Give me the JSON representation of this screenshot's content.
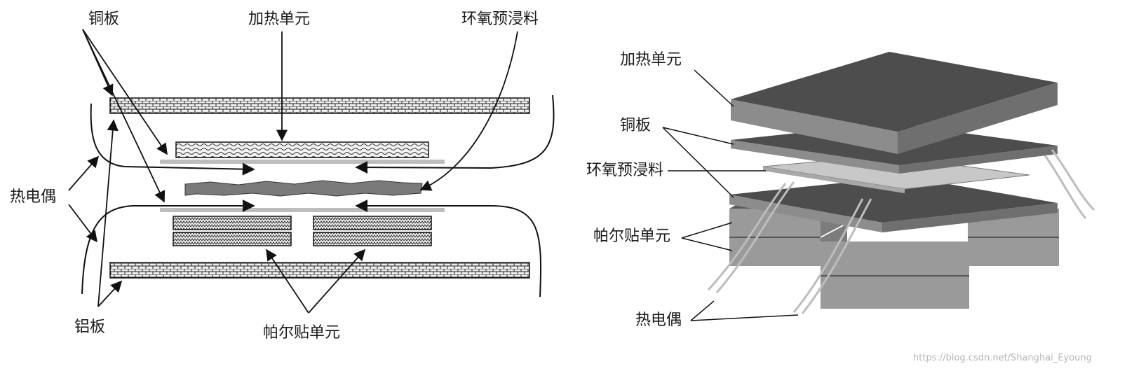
{
  "left_labels": {
    "copper_plate": "铜板",
    "heating_unit": "加热单元",
    "epoxy_prepreg": "环氧预浸料",
    "thermocouple": "热电偶",
    "aluminum_plate": "铝板",
    "peltier_unit": "帕尔贴单元"
  },
  "right_labels": {
    "heating_unit": "加热单元",
    "copper_plate": "铜板",
    "epoxy_prepreg": "环氧预浸料",
    "peltier_unit": "帕尔贴单元",
    "thermocouple": "热电偶"
  },
  "watermark": "https://blog.csdn.net/Shanghai_Eyoung",
  "colors": {
    "line": "#111111",
    "plate_fill": "#dcdcdc",
    "sheet": "#bdbdbd",
    "epoxy": "#7a7a7a",
    "top_face": "#4d4d4d",
    "side_face": "#8c8c8c"
  }
}
